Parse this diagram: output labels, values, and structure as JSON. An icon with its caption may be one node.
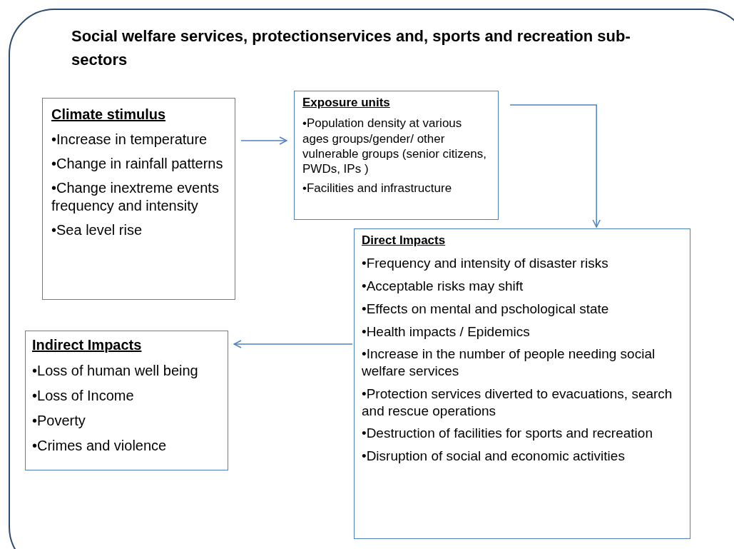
{
  "diagram": {
    "nodes": [
      {
        "text": [
          "Social welfare services,  protectionservices and, sports and recreation sub-sectors"
        ]
      },
      {
        "text": [
          "Climate stimulus",
          "•Increase in temperature",
          "•Change in rainfall patterns",
          "•Change inextreme events frequency and intensity",
          "•Sea level rise"
        ],
        "in": 0
      },
      {
        "text": [
          "Exposure units",
          "•Population density at various ages groups/gender/ other vulnerable groups (senior citizens, PWDs, IPs )",
          "•Facilities and infrastructure"
        ],
        "in": 0
      },
      {
        "text": [
          "Direct Impacts",
          "•Frequency and intensity of disaster risks",
          "•Acceptable risks may shift",
          "•Effects on mental and pschological state",
          "•Health impacts / Epidemics",
          "•Increase in the number of people needing social welfare services",
          "•Protection services diverted to evacuations, search and rescue operations",
          "•Destruction of facilities for sports and recreation",
          "•Disruption of social and economic activities"
        ],
        "in": 0
      },
      {
        "text": [
          "Indirect Impacts",
          "•Loss of human well being",
          "•Loss of Income",
          "•Poverty",
          "•Crimes and violence"
        ],
        "in": 0
      }
    ],
    "edges": [
      {
        "from": 1,
        "to": 2,
        "arrow": "to"
      },
      {
        "from": 2,
        "to": 3,
        "arrow": "to"
      },
      {
        "from": 3,
        "to": 4,
        "arrow": "to"
      }
    ]
  }
}
